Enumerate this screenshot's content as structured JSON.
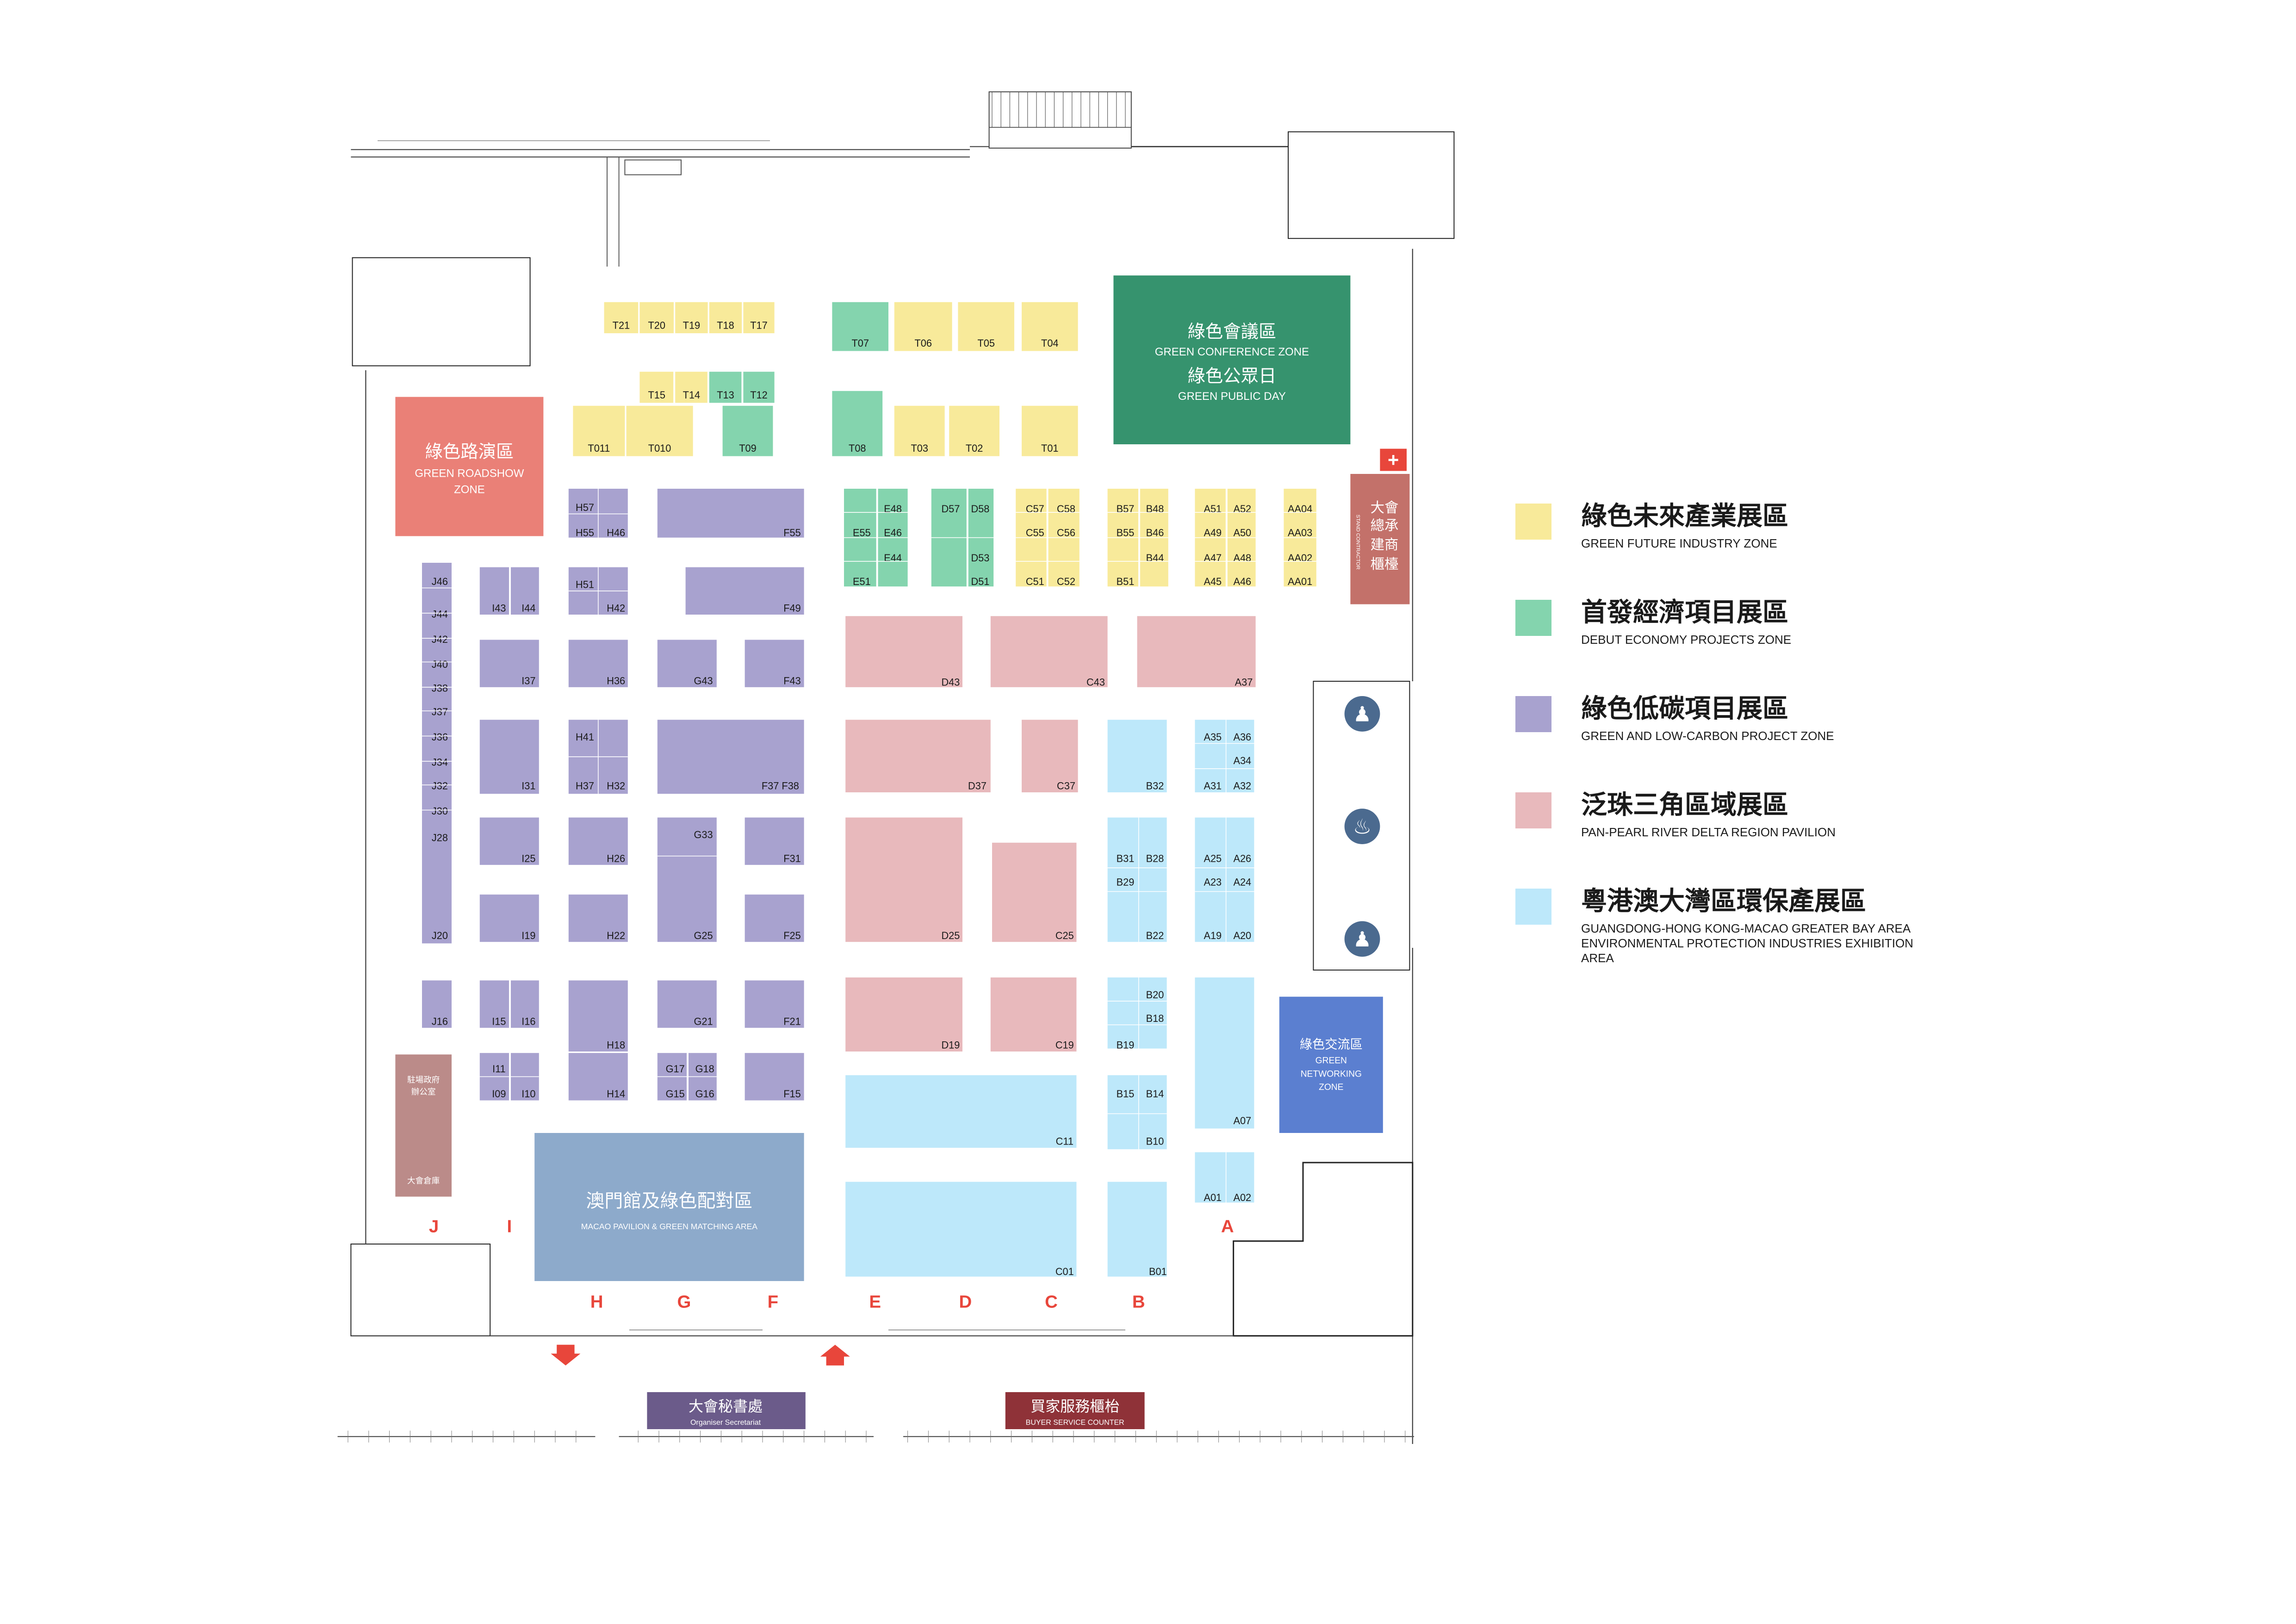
{
  "colors": {
    "yellow": "#f8ea9a",
    "green": "#84d4ae",
    "purple": "#a8a2cf",
    "pink": "#e8b9bc",
    "blue": "#bde8fa",
    "conference": "#36936e",
    "roadshow": "#ea8077",
    "contractor": "#c3716a",
    "networking": "#5b7fd0",
    "macao": "#8daacb",
    "office": "#bb8b89",
    "secretariat": "#6b5b8a",
    "buyer": "#8f3238",
    "row_letter": "#e8463b",
    "first_aid": "#e8463b"
  },
  "legend": [
    {
      "cn": "綠色未來產業展區",
      "en": "GREEN FUTURE INDUSTRY ZONE",
      "color": "yellow"
    },
    {
      "cn": "首發經濟項目展區",
      "en": "DEBUT ECONOMY PROJECTS ZONE",
      "color": "green"
    },
    {
      "cn": "綠色低碳項目展區",
      "en": "GREEN AND LOW-CARBON PROJECT ZONE",
      "color": "purple"
    },
    {
      "cn": "泛珠三角區域展區",
      "en": "PAN-PEARL RIVER DELTA REGION PAVILION",
      "color": "pink"
    },
    {
      "cn": "粵港澳大灣區環保產展區",
      "en": "GUANGDONG-HONG KONG-MACAO GREATER BAY AREA ENVIRONMENTAL PROTECTION INDUSTRIES EXHIBITION AREA",
      "color": "blue"
    }
  ],
  "zones": {
    "conference": {
      "cn": "綠色會議區",
      "en": "GREEN CONFERENCE ZONE",
      "cn2": "綠色公眾日",
      "en2": "GREEN PUBLIC DAY"
    },
    "roadshow": {
      "cn": "綠色路演區",
      "en1": "GREEN ROADSHOW",
      "en2": "ZONE"
    },
    "contractor": {
      "cn1": "大會",
      "cn2": "總承",
      "cn3": "建商",
      "cn4": "櫃檯",
      "en": "STAND CONTRACTOR"
    },
    "networking": {
      "cn": "綠色交流區",
      "en1": "GREEN",
      "en2": "NETWORKING",
      "en3": "ZONE"
    },
    "macao": {
      "cn": "澳門館及綠色配對區",
      "en": "MACAO PAVILION & GREEN MATCHING AREA"
    },
    "office": {
      "cn1": "駐場政府",
      "cn2": "辦公室",
      "store": "大會倉庫"
    },
    "secretariat": {
      "cn": "大會秘書處",
      "en": "Organiser Secretariat"
    },
    "buyer": {
      "cn": "買家服務櫃枱",
      "en": "BUYER SERVICE COUNTER"
    }
  },
  "row_letters": [
    "J",
    "I",
    "H",
    "G",
    "F",
    "E",
    "D",
    "C",
    "B",
    "A"
  ],
  "booths": {
    "yellow": [
      "T21",
      "T20",
      "T19",
      "T18",
      "T17",
      "T06",
      "T05",
      "T04",
      "T15",
      "T14",
      "T011",
      "T010",
      "T03",
      "T02",
      "T01",
      "C57",
      "C58",
      "C55",
      "C56",
      "C51",
      "C52",
      "B57",
      "B48",
      "B55",
      "B46",
      "B44",
      "B51",
      "A51",
      "A52",
      "A49",
      "A50",
      "A47",
      "A48",
      "A45",
      "A46",
      "AA04",
      "AA03",
      "AA02",
      "AA01"
    ],
    "green": [
      "T07",
      "T13",
      "T12",
      "T09",
      "T08",
      "E48",
      "E55",
      "E46",
      "E44",
      "E51",
      "D57",
      "D58",
      "D53",
      "D51"
    ],
    "purple": [
      "J46",
      "J44",
      "J42",
      "J40",
      "J38",
      "J37",
      "J36",
      "J34",
      "J32",
      "J30",
      "J28",
      "J20",
      "J16",
      "I43",
      "I44",
      "I37",
      "I31",
      "I25",
      "I19",
      "I15",
      "I16",
      "I11",
      "I09",
      "I10",
      "H57",
      "H55",
      "H46",
      "H51",
      "H42",
      "H36",
      "H41",
      "H37",
      "H32",
      "H26",
      "H22",
      "H18",
      "H14",
      "G43",
      "G33",
      "G25",
      "G21",
      "G17",
      "G18",
      "G15",
      "G16",
      "F55",
      "F49",
      "F43",
      "F37 F38",
      "F31",
      "F25",
      "F21",
      "F15"
    ],
    "pink": [
      "D43",
      "C43",
      "A37",
      "D37",
      "C37",
      "D25",
      "C25",
      "D19",
      "C19"
    ],
    "blue": [
      "A35",
      "A36",
      "A34",
      "A31",
      "A32",
      "B32",
      "B31",
      "B28",
      "B29",
      "A25",
      "A26",
      "A23",
      "A24",
      "B22",
      "A19",
      "A20",
      "B20",
      "B18",
      "B19",
      "B15",
      "B14",
      "B10",
      "A07",
      "C11",
      "A01",
      "A02",
      "C01",
      "B01"
    ]
  },
  "icons": [
    "person-icon",
    "baby-care-icon",
    "person-icon",
    "first-aid-icon",
    "arrow-down-icon",
    "arrow-up-icon"
  ]
}
